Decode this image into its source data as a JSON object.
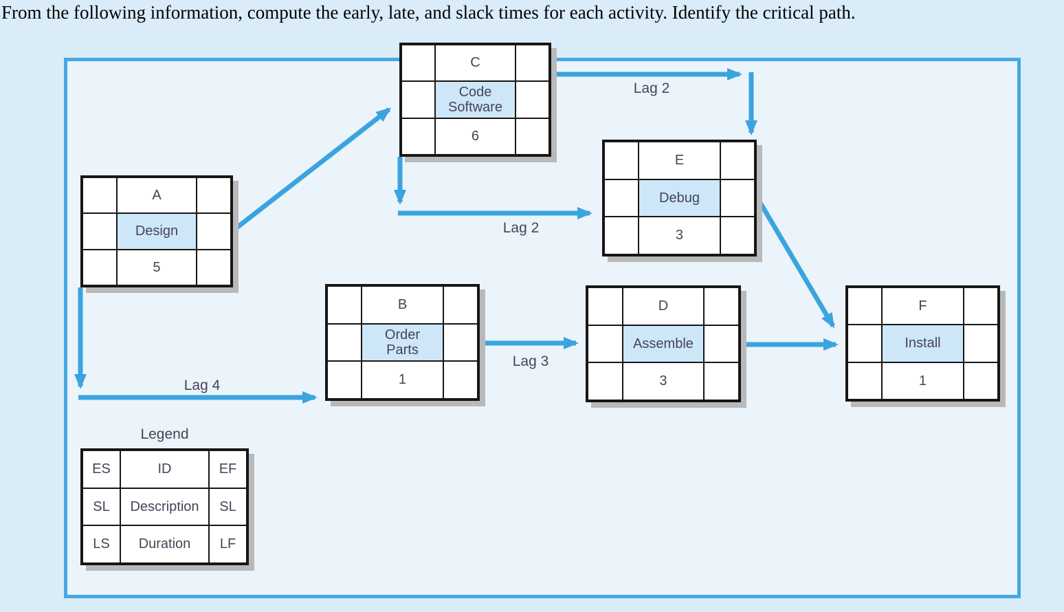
{
  "title": "From the following information, compute the early, late, and slack times for each activity. Identify the critical path.",
  "nodes": [
    {
      "id": "A",
      "description": "Design",
      "duration": "5"
    },
    {
      "id": "B",
      "description": "Order\nParts",
      "duration": "1"
    },
    {
      "id": "C",
      "description": "Code\nSoftware",
      "duration": "6"
    },
    {
      "id": "D",
      "description": "Assemble",
      "duration": "3"
    },
    {
      "id": "E",
      "description": "Debug",
      "duration": "3"
    },
    {
      "id": "F",
      "description": "Install",
      "duration": "1"
    }
  ],
  "lags": {
    "c_e_top": "Lag 2",
    "c_e_left": "Lag 2",
    "b_d": "Lag 3",
    "a_b": "Lag 4"
  },
  "legend": {
    "title": "Legend",
    "rows": [
      [
        "ES",
        "ID",
        "EF"
      ],
      [
        "SL",
        "Description",
        "SL"
      ],
      [
        "LS",
        "Duration",
        "LF"
      ]
    ]
  },
  "colors": {
    "page_bg": "#d9ecf8",
    "panel_bg": "#ecf4fb",
    "panel_border": "#46a9e1",
    "arrow": "#3aa4df",
    "activity_cell_fill": "#cde7f8",
    "node_text": "#454457"
  }
}
